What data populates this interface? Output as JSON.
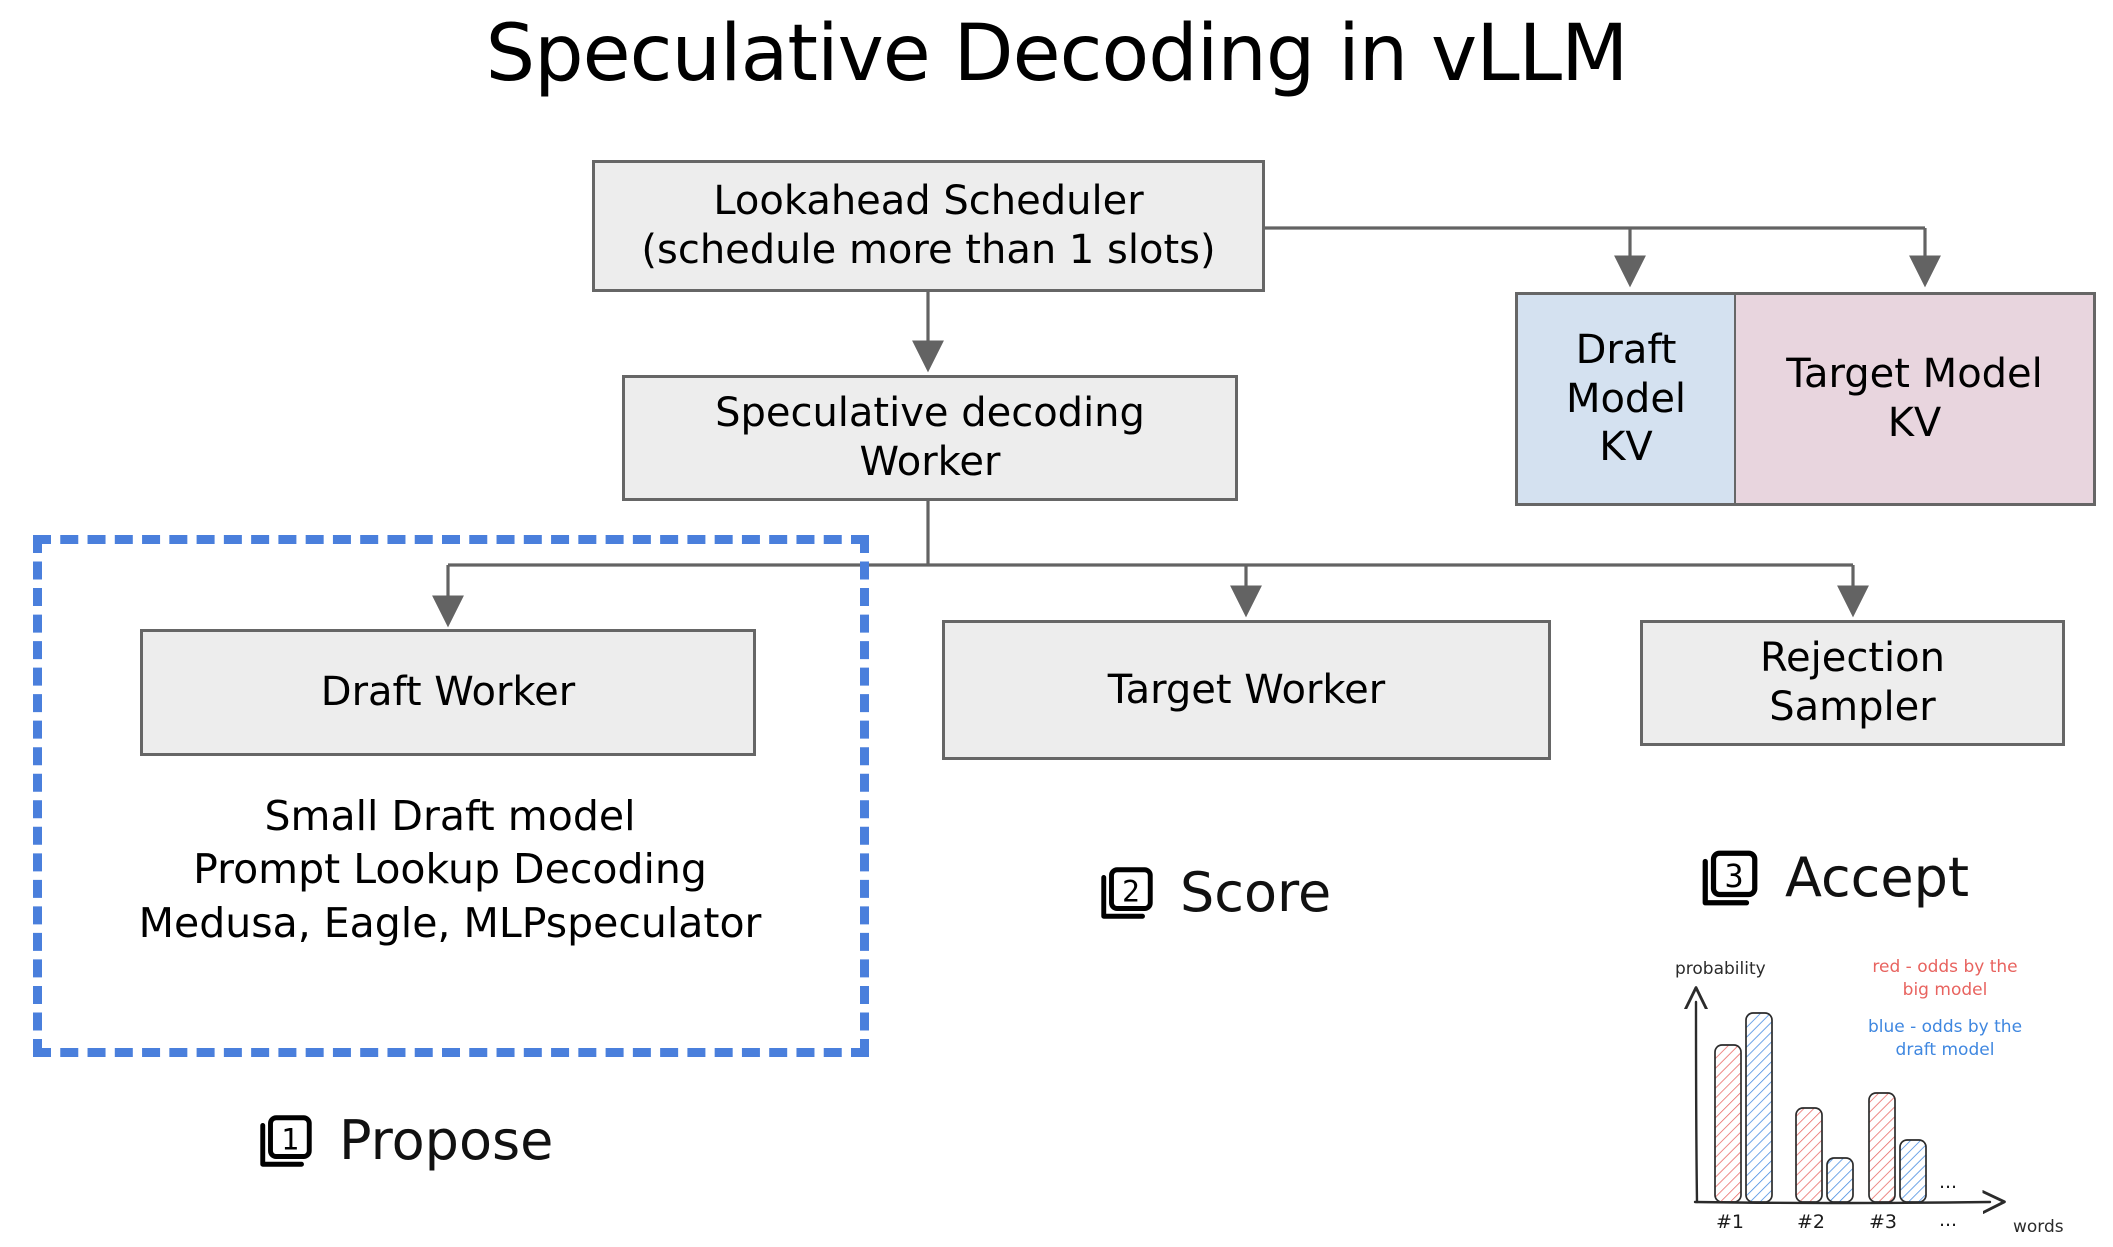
{
  "title": "Speculative Decoding in vLLM",
  "nodes": {
    "scheduler": "Lookahead Scheduler\n(schedule more than 1 slots)",
    "spec_worker": "Speculative decoding\nWorker",
    "draft_kv": "Draft\nModel\nKV",
    "target_kv": "Target Model\nKV",
    "draft_worker": "Draft Worker",
    "target_worker": "Target Worker",
    "rejection_sampler": "Rejection\nSampler"
  },
  "draft_note": "Small Draft model\nPrompt Lookup Decoding\nMedusa, Eagle, MLPspeculator",
  "steps": [
    {
      "number": "1",
      "label": "Propose"
    },
    {
      "number": "2",
      "label": "Score"
    },
    {
      "number": "3",
      "label": "Accept"
    }
  ],
  "colors": {
    "node_fill": "#ededed",
    "node_border": "#666666",
    "draft_kv_fill": "#d4e1f0",
    "target_kv_fill": "#e8d5de",
    "dashed_highlight": "#4a7fdc",
    "sketch_red": "#e8635f",
    "sketch_blue": "#3f87e0"
  },
  "chart_data": {
    "type": "bar",
    "title": "",
    "xlabel": "words",
    "ylabel": "probability",
    "categories": [
      "#1",
      "#2",
      "#3",
      "..."
    ],
    "series": [
      {
        "name": "red - odds by the big model",
        "color": "#e8635f",
        "values": [
          0.72,
          0.45,
          0.52,
          null
        ]
      },
      {
        "name": "blue - odds by the draft model",
        "color": "#3f87e0",
        "values": [
          0.86,
          0.2,
          0.3,
          null
        ]
      }
    ],
    "legend": [
      {
        "text": "red - odds by the\nbig model",
        "color": "#e8635f"
      },
      {
        "text": "blue - odds by the\ndraft model",
        "color": "#3f87e0"
      }
    ],
    "ylim": [
      0,
      1
    ],
    "grid": false,
    "legend_position": "top-right",
    "annotations": [
      "...",
      "..."
    ],
    "style": "hand-drawn, hatched bars, arrow-tipped axes"
  }
}
